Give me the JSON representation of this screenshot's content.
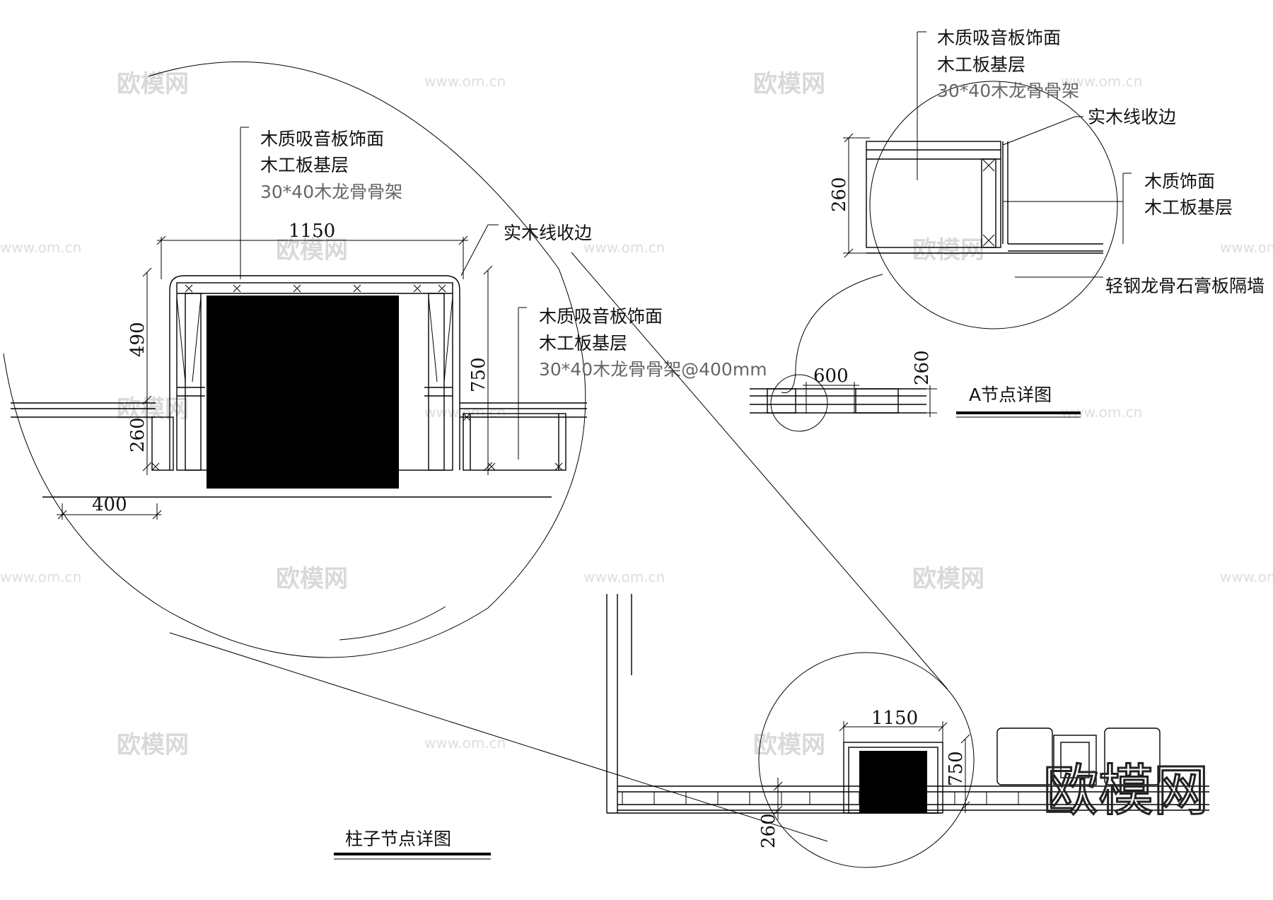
{
  "watermark": {
    "brand": "欧模网",
    "url": "www.om.cn"
  },
  "column_detail": {
    "title": "柱子节点详图",
    "callout_top": [
      "木质吸音板饰面",
      "木工板基层",
      "30*40木龙骨骨架"
    ],
    "callout_edge": "实木线收边",
    "callout_side": [
      "木质吸音板饰面",
      "木工板基层",
      "30*40木龙骨骨架@400mm"
    ],
    "dims": {
      "width": "1150",
      "left_height": "490",
      "base_height": "260",
      "right_height": "750",
      "offset": "400"
    }
  },
  "node_a_detail": {
    "title": "A节点详图",
    "callout_top": [
      "木质吸音板饰面",
      "木工板基层",
      "30*40木龙骨骨架"
    ],
    "callout_edge": "实木线收边",
    "callout_right": [
      "木质饰面",
      "木工板基层"
    ],
    "callout_wall": "轻钢龙骨石膏板隔墙",
    "dims": {
      "height": "260",
      "small_width": "600",
      "small_height": "260"
    }
  },
  "plan": {
    "dims": {
      "width": "1150",
      "height": "750",
      "base": "260"
    }
  }
}
